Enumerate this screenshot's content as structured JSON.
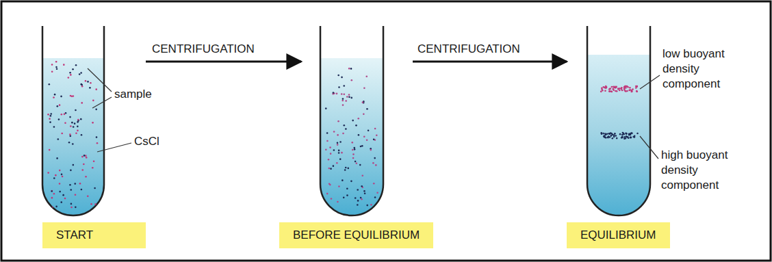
{
  "diagram": {
    "nodes": [
      {
        "text": [
          "START"
        ]
      },
      {
        "text": [
          "BEFORE EQUILIBRIUM"
        ]
      },
      {
        "text": [
          "EQUILIBRIUM"
        ]
      }
    ],
    "labels": [
      "CENTRIFUGATION",
      "CENTRIFUGATION",
      "sample",
      "CsCl",
      "low buoyant density component",
      "high buoyant density component"
    ]
  }
}
